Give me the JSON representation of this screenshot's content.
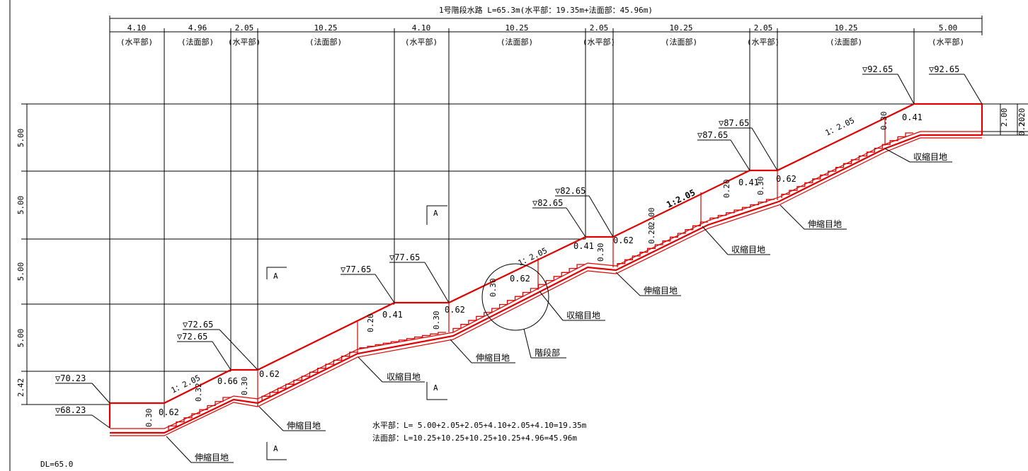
{
  "title": "1号階段水路 L=65.3m(水平部：19.35m+法面部：45.96m)",
  "datum": "DL=65.0",
  "segment_lengths": [
    "4.10",
    "4.96",
    "2.05",
    "10.25",
    "4.10",
    "10.25",
    "2.05",
    "10.25",
    "2.05",
    "10.25",
    "5.00"
  ],
  "segment_types": [
    "(水平部)",
    "(法面部)",
    "(水平部)",
    "(法面部)",
    "(水平部)",
    "(法面部)",
    "(水平部)",
    "(法面部)",
    "(水平部)",
    "(法面部)",
    "(水平部)"
  ],
  "height_dims": [
    "5.00",
    "5.00",
    "5.00",
    "5.00",
    "2.42"
  ],
  "right_dims": [
    "2.00",
    "2.20",
    "0.20"
  ],
  "elevations": {
    "e7023": "▽70.23",
    "e6823": "▽68.23",
    "e7265a": "▽72.65",
    "e7265b": "▽72.65",
    "e7765a": "▽77.65",
    "e7765b": "▽77.65",
    "e8265a": "▽82.65",
    "e8265b": "▽82.65",
    "e8765a": "▽87.65",
    "e8765b": "▽87.65",
    "e9265a": "▽92.65",
    "e9265b": "▽92.65"
  },
  "slopes": {
    "s1": "1：2.05",
    "s2": "1：2.05",
    "s3": "1:2.05",
    "s4": "1：2.05"
  },
  "small_dims": {
    "d062": "0.62",
    "d066": "0.66",
    "d041": "0.41",
    "d030": "0.30",
    "d032": "0.32",
    "d020": "0.20",
    "d200": "2.00"
  },
  "joints": {
    "expansion": "伸縮目地",
    "contraction": "収縮目地",
    "stair": "階段部"
  },
  "section_mark": "A",
  "summary": {
    "horizontal": "水平部：L= 5.00+2.05+2.05+4.10+2.05+4.10=19.35m",
    "slope": "法面部：L=10.25+10.25+10.25+10.25+4.96=45.96m"
  }
}
